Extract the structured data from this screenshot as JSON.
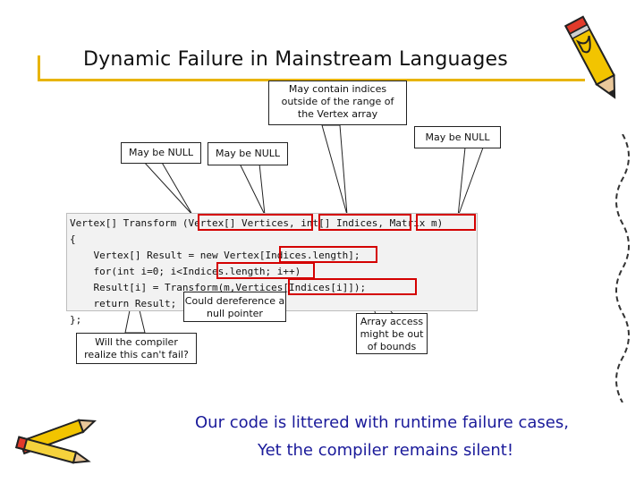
{
  "slide": {
    "title": "Dynamic Failure in Mainstream Languages",
    "callouts": {
      "indices_range": [
        "May contain indices",
        "outside of the range of",
        "the Vertex array"
      ],
      "null_left": "May be NULL",
      "null_mid": "May be NULL",
      "null_right": "May be NULL",
      "deref": [
        "Could dereference a",
        "null pointer"
      ],
      "compiler": [
        "Will the compiler",
        "realize this can't fail?"
      ],
      "array_access": [
        "Array access",
        "might be out",
        "of bounds"
      ]
    },
    "code_lines": [
      "Vertex[] Transform (Vertex[] Vertices, int[] Indices, Matrix m)",
      "{",
      "    Vertex[] Result = new Vertex[Indices.length];",
      "    for(int i=0; i<Indices.length; i++)",
      "    Result[i] = Transform(m,Vertices[Indices[i]]);",
      "    return Result;",
      "};"
    ],
    "footer": [
      "Our code is littered with runtime failure cases,",
      "Yet the compiler remains silent!"
    ],
    "icons": [
      "pencil-icon",
      "pencil-icon",
      "pencil-icon"
    ],
    "colors": {
      "accent_rule": "#e8b400",
      "highlight": "#d40000",
      "footer_text": "#1a1a9a"
    }
  }
}
